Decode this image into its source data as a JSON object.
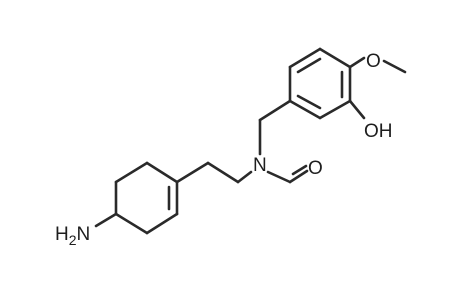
{
  "molecule": {
    "labels": {
      "amine": "H",
      "amine_sub": "2",
      "amine_n": "N",
      "nitrogen": "N",
      "carbonyl_o": "O",
      "hydroxyl": "OH",
      "methoxy_o": "O"
    },
    "colors": {
      "bond": "#2a2a2a",
      "text": "#1e1e1e",
      "background": "#ffffff"
    }
  }
}
